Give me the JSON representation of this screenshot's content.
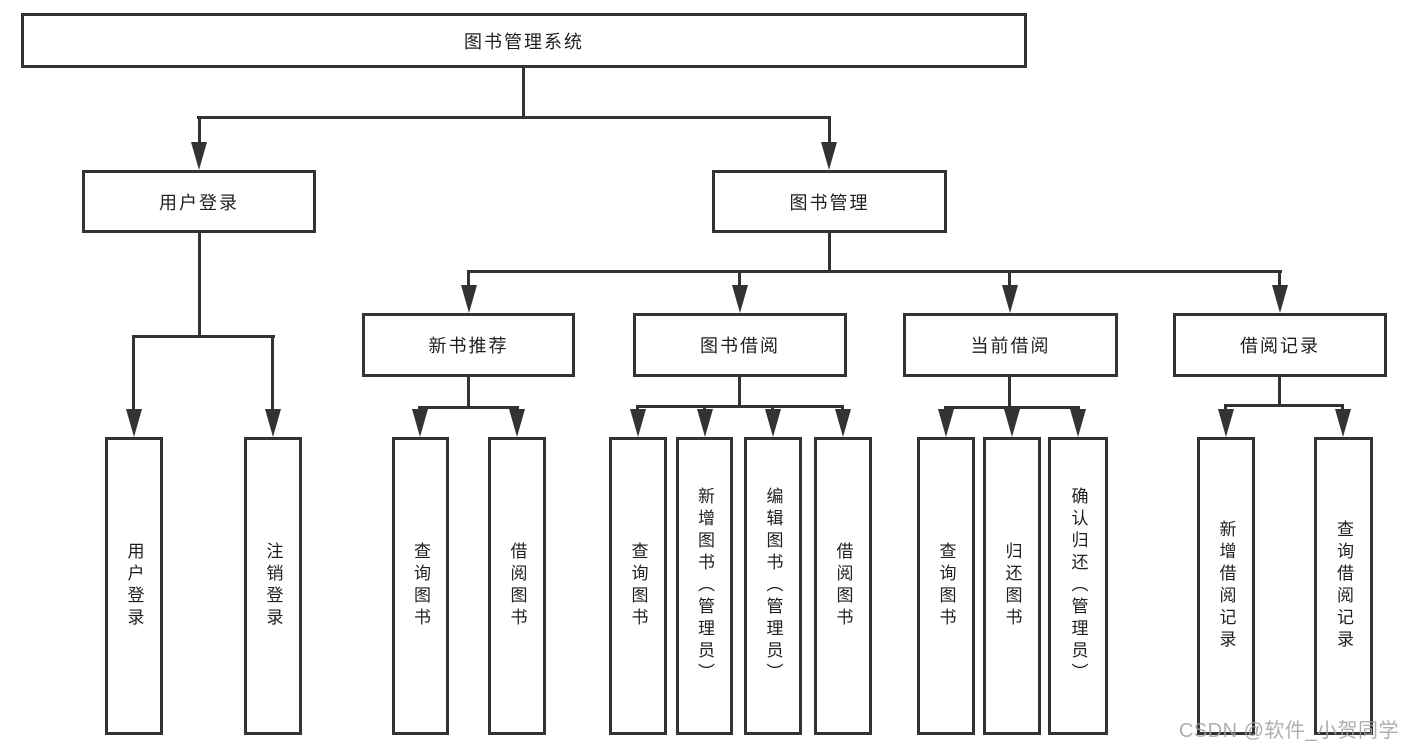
{
  "diagram": {
    "root": {
      "label": "图书管理系统"
    },
    "user": {
      "label": "用户登录",
      "children": [
        {
          "label": "用户登录"
        },
        {
          "label": "注销登录"
        }
      ]
    },
    "book": {
      "label": "图书管理",
      "sections": [
        {
          "label": "新书推荐",
          "children": [
            {
              "label": "查询图书"
            },
            {
              "label": "借阅图书"
            }
          ]
        },
        {
          "label": "图书借阅",
          "children": [
            {
              "label": "查询图书"
            },
            {
              "label": "新增图书（管理员）"
            },
            {
              "label": "编辑图书（管理员）"
            },
            {
              "label": "借阅图书"
            }
          ]
        },
        {
          "label": "当前借阅",
          "children": [
            {
              "label": "查询图书"
            },
            {
              "label": "归还图书"
            },
            {
              "label": "确认归还（管理员）"
            }
          ]
        },
        {
          "label": "借阅记录",
          "children": [
            {
              "label": "新增借阅记录"
            },
            {
              "label": "查询借阅记录"
            }
          ]
        }
      ]
    }
  },
  "watermark": {
    "text": "CSDN @软件_小贺同学"
  },
  "colors": {
    "line": "#333333",
    "text": "#1f1f1f",
    "watermark": "#a0a0a0",
    "background": "#ffffff"
  }
}
